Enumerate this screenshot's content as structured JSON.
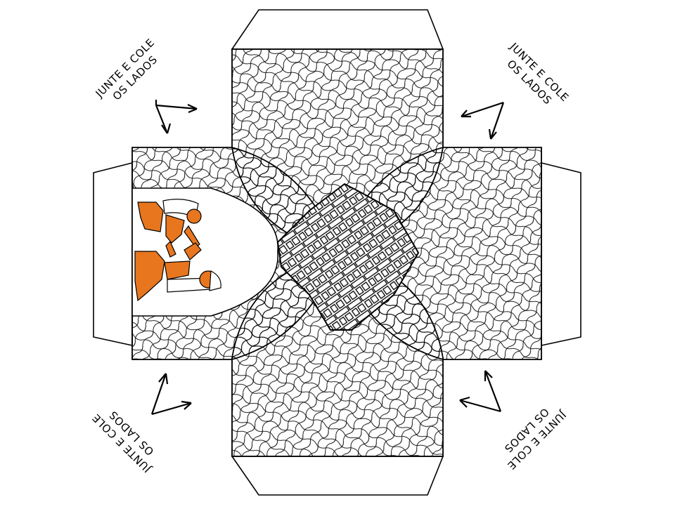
{
  "instructions": [
    {
      "id": "top-left",
      "line1": "JUNTE E COLE",
      "line2": "OS LADOS"
    },
    {
      "id": "top-right",
      "line1": "JUNTE E COLE",
      "line2": "OS LADOS"
    },
    {
      "id": "bottom-left",
      "line1": "JUNTE E COLE",
      "line2": "OS LADOS"
    },
    {
      "id": "bottom-right",
      "line1": "JUNTE E COLE",
      "line2": "OS LADOS"
    }
  ],
  "colors": {
    "outline": "#000000",
    "figure_skin": "#e8761f",
    "background": "#ffffff"
  }
}
